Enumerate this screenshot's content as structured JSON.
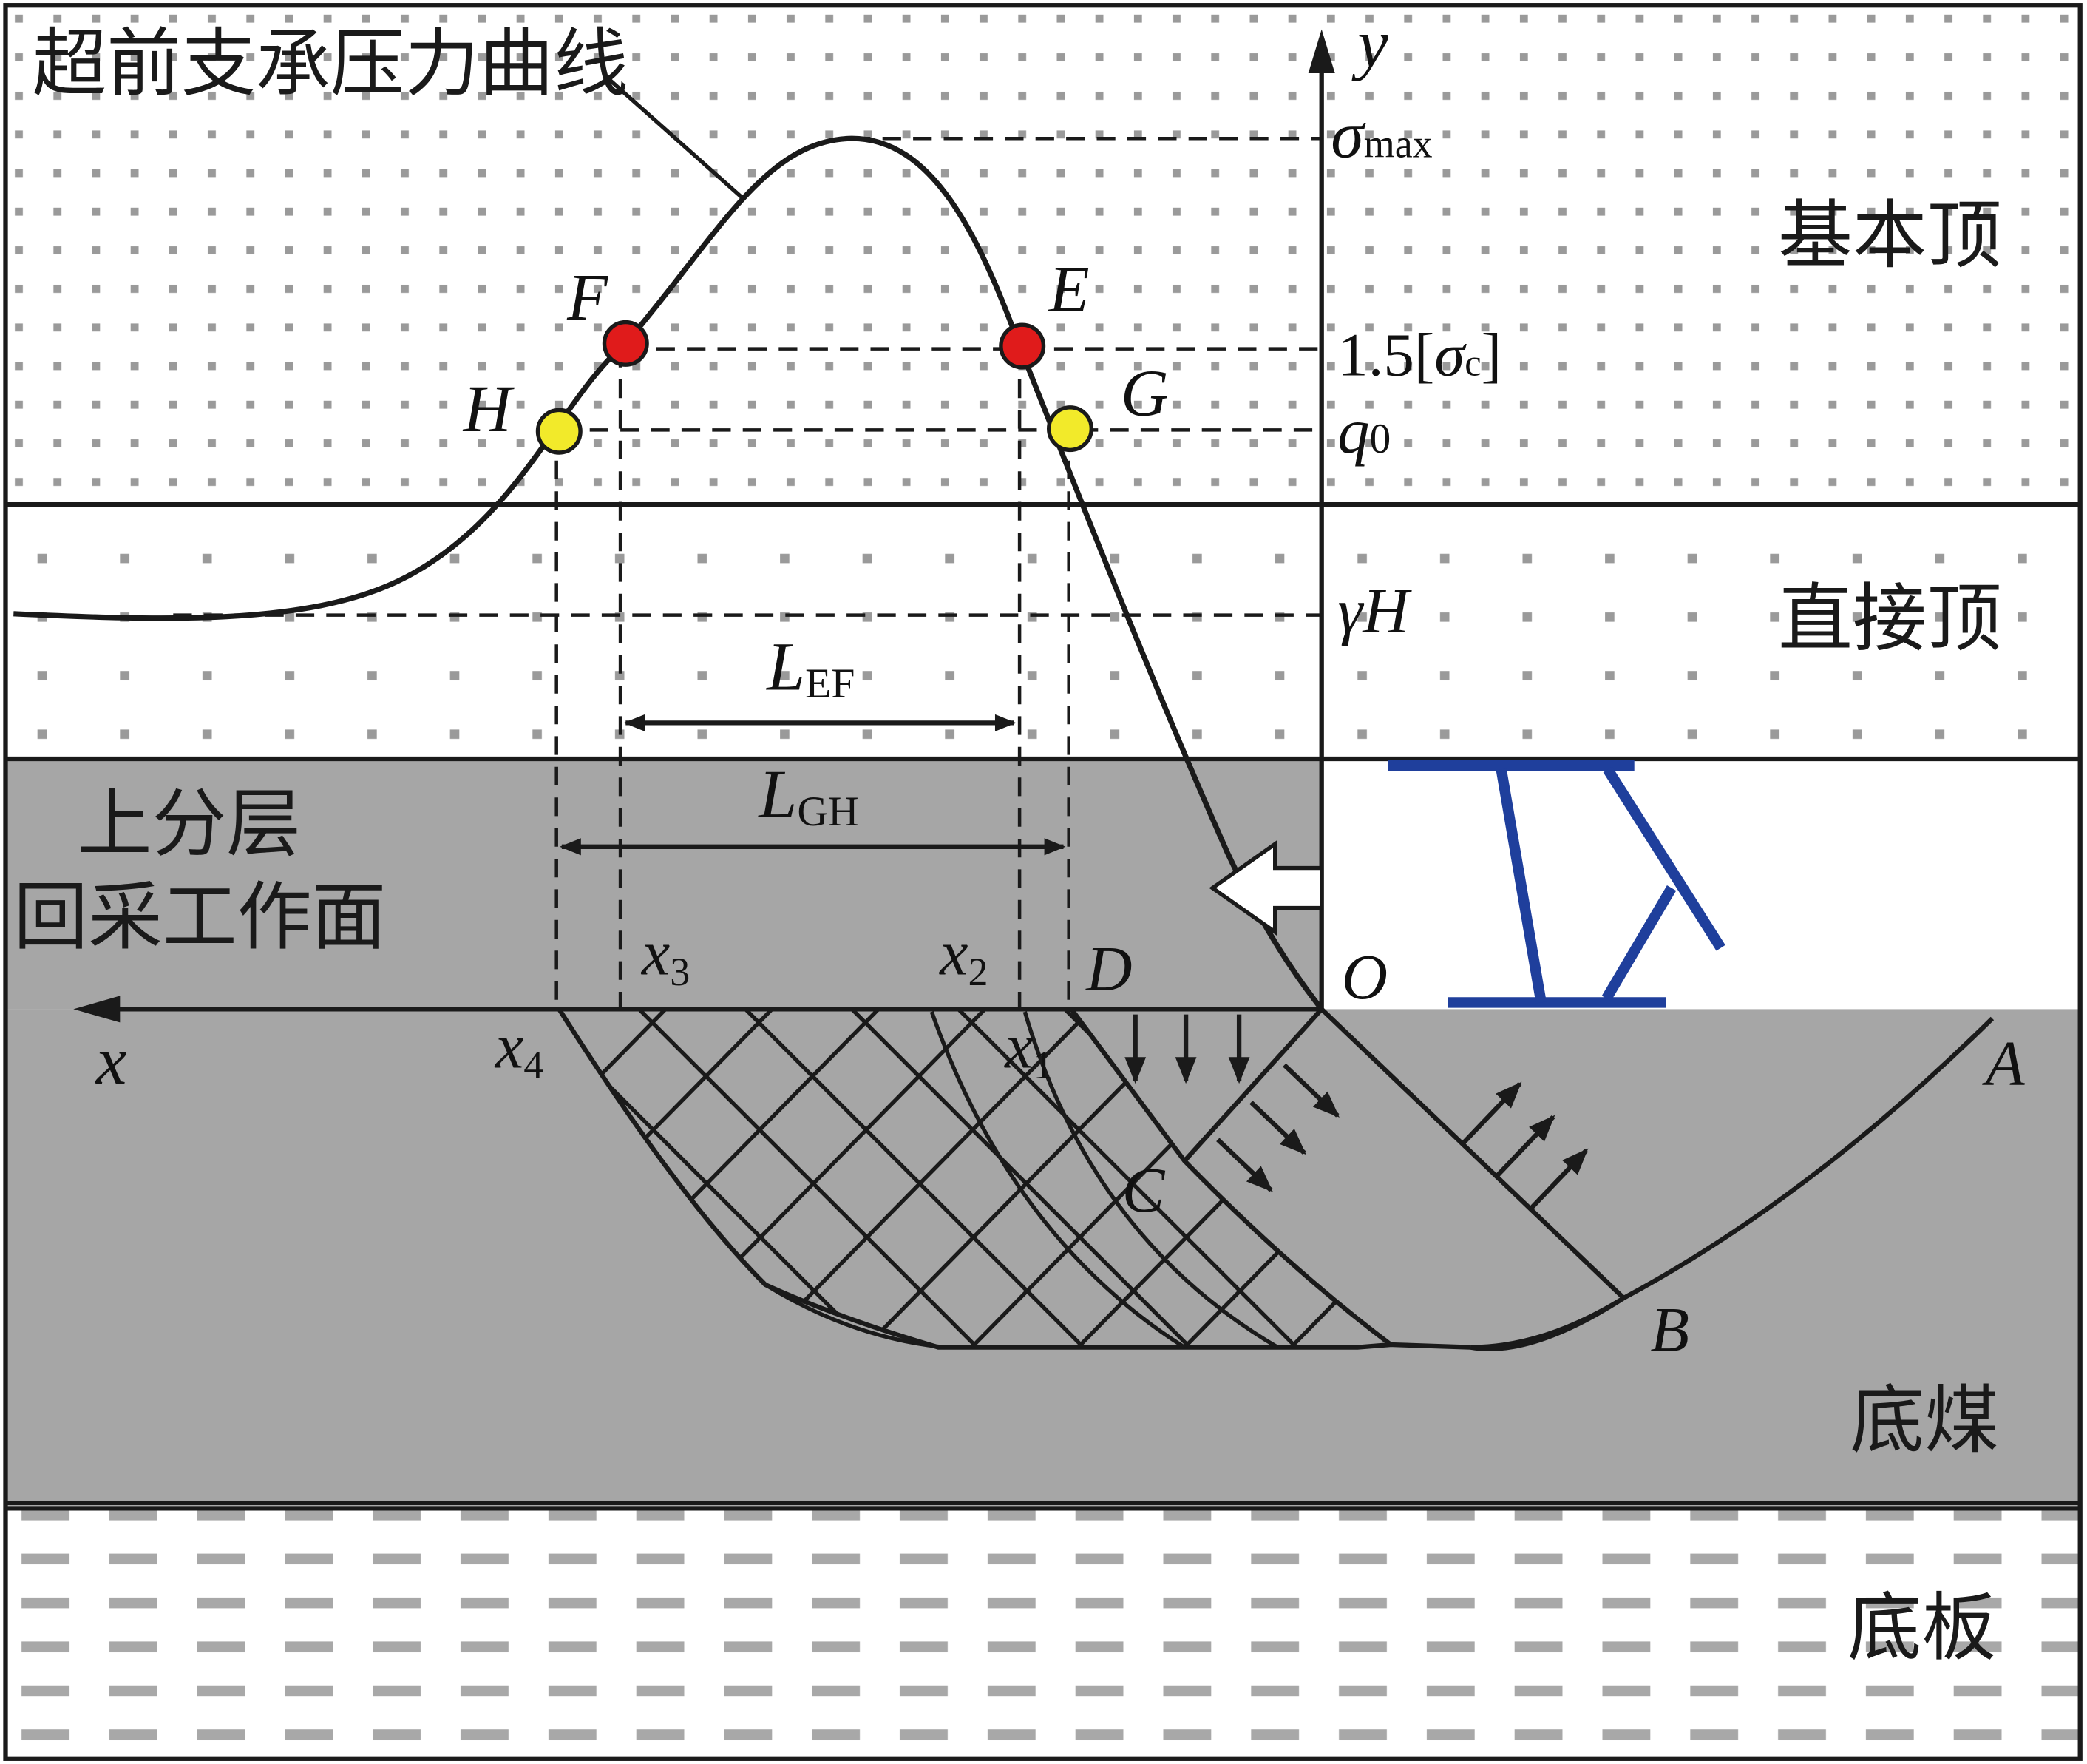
{
  "labels": {
    "curve_title": "超前支承压力曲线",
    "layer_main_roof": "基本顶",
    "layer_immediate_roof": "直接顶",
    "layer_upper_slice_l1": "上分层",
    "layer_upper_slice_l2": "回采工作面",
    "layer_bottom_coal": "底煤",
    "layer_floor": "底板"
  },
  "axis": {
    "x_label": "x",
    "y_label": "y",
    "origin_label": "O"
  },
  "stress_levels": {
    "sigma_max": {
      "main": "σ",
      "sub": "max"
    },
    "sigma_c": {
      "prefix": "1.5[",
      "main": "σ",
      "sub": "c",
      "suffix": "]"
    },
    "q0": {
      "main": "q",
      "sub": "0"
    },
    "gamma_h": {
      "main": "γH"
    }
  },
  "points": {
    "F": "F",
    "E": "E",
    "H": "H",
    "G": "G",
    "A": "A",
    "B": "B",
    "C": "C",
    "D": "D"
  },
  "x_marks": {
    "x1": {
      "main": "x",
      "sub": "1"
    },
    "x2": {
      "main": "x",
      "sub": "2"
    },
    "x3": {
      "main": "x",
      "sub": "3"
    },
    "x4": {
      "main": "x",
      "sub": "4"
    }
  },
  "dimensions": {
    "L_EF": {
      "main": "L",
      "sub": "EF"
    },
    "L_GH": {
      "main": "L",
      "sub": "GH"
    }
  },
  "colors": {
    "coal_gray": "#a6a6a6",
    "support_blue": "#1f3f9c",
    "point_red": "#e01b1b",
    "point_yellow": "#f2ea2a",
    "line": "#1a1a1a",
    "floor_dash": "#a8a8a8"
  }
}
